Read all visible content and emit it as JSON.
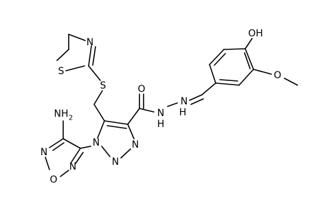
{
  "molecule": {
    "atoms": {
      "thiazoline_n": "N",
      "thiazoline_s": "S",
      "thioether_s": "S",
      "carbonyl_o": "O",
      "phenol_oh": "OH",
      "methoxy_o": "O",
      "hydrazone_n1": "N",
      "hydrazone_n2": "N",
      "hydrazide_h1": "H",
      "hydrazide_h2": "H",
      "amino_nh2": "NH",
      "amino_subscript": "2",
      "triazole_n1": "N",
      "triazole_n2": "N",
      "triazole_n3": "N",
      "furazan_n_top": "N",
      "furazan_o": "O",
      "furazan_n_bottom": "N"
    }
  }
}
